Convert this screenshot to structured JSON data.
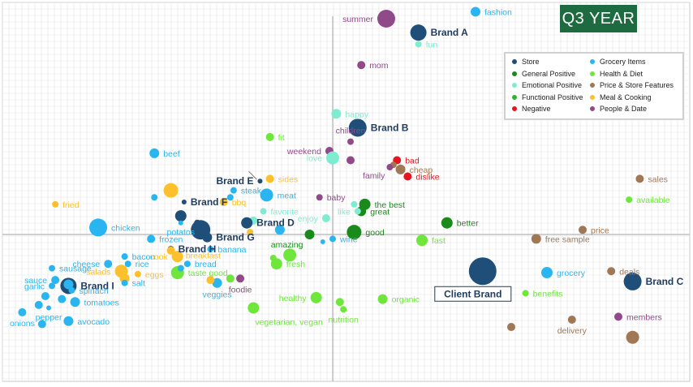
{
  "title": "Q3 YEAR",
  "colors": {
    "Store": "#1f4e79",
    "General Positive": "#1a8a1a",
    "Emotional Positive": "#7eecd0",
    "Functional Positive": "#2db52d",
    "Negative": "#e8141e",
    "Grocery Items": "#29b6f0",
    "Health & Diet": "#6fe63c",
    "Price & Store Features": "#a07856",
    "Meal & Cooking": "#fcc02c",
    "People & Date": "#904a8a",
    "Client Brand": "#1f4e79"
  },
  "legend": [
    {
      "label": "Store",
      "category": "Store"
    },
    {
      "label": "General Positive",
      "category": "General Positive"
    },
    {
      "label": "Emotional Positive",
      "category": "Emotional Positive"
    },
    {
      "label": "Functional Positive",
      "category": "Functional Positive"
    },
    {
      "label": "Negative",
      "category": "Negative"
    },
    {
      "label": "Grocery Items",
      "category": "Grocery Items"
    },
    {
      "label": "Health & Diet",
      "category": "Health & Diet"
    },
    {
      "label": "Price & Store Features",
      "category": "Price & Store Features"
    },
    {
      "label": "Meal & Cooking",
      "category": "Meal & Cooking"
    },
    {
      "label": "People & Date",
      "category": "People & Date"
    }
  ],
  "chart_data": {
    "type": "scatter",
    "subtype": "bubble-perceptual-map",
    "title": "Q3 YEAR",
    "xlabel": "",
    "ylabel": "",
    "xlim": [
      -1,
      1
    ],
    "ylim": [
      -1,
      1
    ],
    "grid": true,
    "legend_position": "top-right",
    "points": [
      {
        "label": "summer",
        "category": "People & Date",
        "x": 0.15,
        "y": 0.93,
        "size": 11,
        "label_pos": "left"
      },
      {
        "label": "fashion",
        "category": "Grocery Items",
        "x": 0.4,
        "y": 0.96,
        "size": 6,
        "label_pos": "right"
      },
      {
        "label": "Brand A",
        "category": "Store",
        "x": 0.24,
        "y": 0.87,
        "size": 10,
        "label_pos": "right",
        "bold": true
      },
      {
        "label": "fun",
        "category": "Emotional Positive",
        "x": 0.24,
        "y": 0.82,
        "size": 4,
        "label_pos": "right"
      },
      {
        "label": "mom",
        "category": "People & Date",
        "x": 0.08,
        "y": 0.73,
        "size": 5,
        "label_pos": "right"
      },
      {
        "label": "happy",
        "category": "Emotional Positive",
        "x": 0.01,
        "y": 0.52,
        "size": 6,
        "label_pos": "right"
      },
      {
        "label": "Brand B",
        "category": "Store",
        "x": 0.07,
        "y": 0.46,
        "size": 11,
        "label_pos": "right",
        "bold": true
      },
      {
        "label": "children",
        "category": "People & Date",
        "x": 0.05,
        "y": 0.4,
        "size": 4,
        "label_pos": "above"
      },
      {
        "label": "fit",
        "category": "Health & Diet",
        "x": -0.19,
        "y": 0.42,
        "size": 5,
        "label_pos": "right"
      },
      {
        "label": "weekend",
        "category": "People & Date",
        "x": -0.01,
        "y": 0.36,
        "size": 5,
        "label_pos": "left"
      },
      {
        "label": "love",
        "category": "Emotional Positive",
        "x": 0.0,
        "y": 0.33,
        "size": 8,
        "label_pos": "left"
      },
      {
        "label": "",
        "category": "People & Date",
        "x": 0.05,
        "y": 0.32,
        "size": 5
      },
      {
        "label": "bad",
        "category": "Negative",
        "x": 0.18,
        "y": 0.32,
        "size": 5,
        "label_pos": "right"
      },
      {
        "label": "",
        "category": "Price & Store Features",
        "x": 0.17,
        "y": 0.3,
        "size": 4
      },
      {
        "label": "cheap",
        "category": "Price & Store Features",
        "x": 0.19,
        "y": 0.28,
        "size": 6,
        "label_pos": "right"
      },
      {
        "label": "family",
        "category": "People & Date",
        "x": 0.16,
        "y": 0.29,
        "size": 4,
        "label_pos": "below-left"
      },
      {
        "label": "dislike",
        "category": "Negative",
        "x": 0.21,
        "y": 0.25,
        "size": 5,
        "label_pos": "right"
      },
      {
        "label": "beef",
        "category": "Grocery Items",
        "x": -0.54,
        "y": 0.35,
        "size": 6,
        "label_pos": "right"
      },
      {
        "label": "Brand E",
        "category": "Store",
        "x": -0.22,
        "y": 0.23,
        "size": 3,
        "label_pos": "left",
        "bold": true
      },
      {
        "label": "sides",
        "category": "Meal & Cooking",
        "x": -0.19,
        "y": 0.24,
        "size": 5,
        "label_pos": "right"
      },
      {
        "label": "steak",
        "category": "Grocery Items",
        "x": -0.3,
        "y": 0.19,
        "size": 4,
        "label_pos": "right"
      },
      {
        "label": "",
        "category": "Meal & Cooking",
        "x": -0.49,
        "y": 0.19,
        "size": 9
      },
      {
        "label": "",
        "category": "Grocery Items",
        "x": -0.54,
        "y": 0.16,
        "size": 4
      },
      {
        "label": "meat",
        "category": "Grocery Items",
        "x": -0.2,
        "y": 0.17,
        "size": 8,
        "label_pos": "right"
      },
      {
        "label": "Brand F",
        "category": "Store",
        "x": -0.45,
        "y": 0.14,
        "size": 3,
        "label_pos": "right",
        "bold": true
      },
      {
        "label": "",
        "category": "Grocery Items",
        "x": -0.31,
        "y": 0.16,
        "size": 4
      },
      {
        "label": "bbq",
        "category": "Meal & Cooking",
        "x": -0.33,
        "y": 0.14,
        "size": 5,
        "label_pos": "right"
      },
      {
        "label": "baby",
        "category": "People & Date",
        "x": -0.04,
        "y": 0.16,
        "size": 4,
        "label_pos": "right"
      },
      {
        "label": "fried",
        "category": "Meal & Cooking",
        "x": -0.84,
        "y": 0.13,
        "size": 4,
        "label_pos": "right"
      },
      {
        "label": "",
        "category": "Emotional Positive",
        "x": 0.06,
        "y": 0.13,
        "size": 4
      },
      {
        "label": "the best",
        "category": "General Positive",
        "x": 0.09,
        "y": 0.13,
        "size": 7,
        "label_pos": "right"
      },
      {
        "label": "great",
        "category": "General Positive",
        "x": 0.08,
        "y": 0.1,
        "size": 6,
        "label_pos": "right"
      },
      {
        "label": "like",
        "category": "Emotional Positive",
        "x": 0.07,
        "y": 0.1,
        "size": 4,
        "label_pos": "left"
      },
      {
        "label": "favorite",
        "category": "Emotional Positive",
        "x": -0.21,
        "y": 0.1,
        "size": 4,
        "label_pos": "right"
      },
      {
        "label": "enjoy",
        "category": "Emotional Positive",
        "x": -0.02,
        "y": 0.07,
        "size": 5,
        "label_pos": "left"
      },
      {
        "label": "",
        "category": "Store",
        "x": -0.46,
        "y": 0.08,
        "size": 7
      },
      {
        "label": "potatos",
        "category": "Grocery Items",
        "x": -0.46,
        "y": 0.05,
        "size": 3,
        "label_pos": "below"
      },
      {
        "label": "",
        "category": "Store",
        "x": -0.41,
        "y": 0.05,
        "size": 4
      },
      {
        "label": "",
        "category": "Emotional Positive",
        "x": -0.24,
        "y": 0.06,
        "size": 5
      },
      {
        "label": "Brand D",
        "category": "Store",
        "x": -0.26,
        "y": 0.05,
        "size": 7,
        "label_pos": "right",
        "bold": true
      },
      {
        "label": "better",
        "category": "General Positive",
        "x": 0.32,
        "y": 0.05,
        "size": 7,
        "label_pos": "right"
      },
      {
        "label": "chicken",
        "category": "Grocery Items",
        "x": -0.71,
        "y": 0.03,
        "size": 11,
        "label_pos": "right"
      },
      {
        "label": "",
        "category": "Store",
        "x": -0.4,
        "y": 0.02,
        "size": 12
      },
      {
        "label": "good",
        "category": "General Positive",
        "x": 0.06,
        "y": 0.01,
        "size": 9,
        "label_pos": "right"
      },
      {
        "label": "",
        "category": "Meal & Cooking",
        "x": -0.25,
        "y": 0.01,
        "size": 4
      },
      {
        "label": "amazing",
        "category": "General Positive",
        "x": -0.07,
        "y": -0.0,
        "size": 6,
        "label_pos": "below-left"
      },
      {
        "label": "",
        "category": "Grocery Items",
        "x": -0.16,
        "y": 0.02,
        "size": 6
      },
      {
        "label": "Brand G",
        "category": "Store",
        "x": -0.38,
        "y": -0.02,
        "size": 6,
        "label_pos": "right",
        "bold": true
      },
      {
        "label": "frozen",
        "category": "Grocery Items",
        "x": -0.55,
        "y": -0.03,
        "size": 5,
        "label_pos": "right"
      },
      {
        "label": "",
        "category": "Grocery Items",
        "x": -0.03,
        "y": -0.05,
        "size": 3
      },
      {
        "label": "wine",
        "category": "Grocery Items",
        "x": -0.0,
        "y": -0.03,
        "size": 4,
        "label_pos": "right"
      },
      {
        "label": "fast",
        "category": "Health & Diet",
        "x": 0.25,
        "y": -0.04,
        "size": 7,
        "label_pos": "right"
      },
      {
        "label": "free sample",
        "category": "Price & Store Features",
        "x": 0.57,
        "y": -0.03,
        "size": 6,
        "label_pos": "right"
      },
      {
        "label": "price",
        "category": "Price & Store Features",
        "x": 0.7,
        "y": 0.02,
        "size": 5,
        "label_pos": "right"
      },
      {
        "label": "sales",
        "category": "Price & Store Features",
        "x": 0.86,
        "y": 0.24,
        "size": 5,
        "label_pos": "right"
      },
      {
        "label": "available",
        "category": "Health & Diet",
        "x": 0.83,
        "y": 0.15,
        "size": 4,
        "label_pos": "right"
      },
      {
        "label": "Brand H",
        "category": "Store",
        "x": -0.49,
        "y": -0.1,
        "size": 4,
        "label_pos": "right",
        "bold": true
      },
      {
        "label": "",
        "category": "Meal & Cooking",
        "x": -0.49,
        "y": -0.11,
        "size": 5
      },
      {
        "label": "banana",
        "category": "Grocery Items",
        "x": -0.37,
        "y": -0.1,
        "size": 4,
        "label_pos": "right"
      },
      {
        "label": "breakfast",
        "category": "Meal & Cooking",
        "x": -0.47,
        "y": -0.14,
        "size": 5,
        "label_pos": "right"
      },
      {
        "label": "bacon",
        "category": "Grocery Items",
        "x": -0.63,
        "y": -0.15,
        "size": 4,
        "label_pos": "right"
      },
      {
        "label": "cook",
        "category": "Meal & Cooking",
        "x": -0.47,
        "y": -0.15,
        "size": 7,
        "label_pos": "left"
      },
      {
        "label": "",
        "category": "Health & Diet",
        "x": -0.18,
        "y": -0.16,
        "size": 4
      },
      {
        "label": "",
        "category": "Health & Diet",
        "x": -0.13,
        "y": -0.14,
        "size": 8
      },
      {
        "label": "rice",
        "category": "Grocery Items",
        "x": -0.62,
        "y": -0.2,
        "size": 4,
        "label_pos": "right"
      },
      {
        "label": "fresh",
        "category": "Health & Diet",
        "x": -0.17,
        "y": -0.2,
        "size": 7,
        "label_pos": "right"
      },
      {
        "label": "cheese",
        "category": "Grocery Items",
        "x": -0.68,
        "y": -0.2,
        "size": 5,
        "label_pos": "left"
      },
      {
        "label": "sausage",
        "category": "Grocery Items",
        "x": -0.85,
        "y": -0.23,
        "size": 4,
        "label_pos": "right"
      },
      {
        "label": "bread",
        "category": "Grocery Items",
        "x": -0.44,
        "y": -0.2,
        "size": 4,
        "label_pos": "right"
      },
      {
        "label": "Client Brand",
        "category": "Client Brand",
        "x": 0.42,
        "y": -0.25,
        "size": 17,
        "label_pos": "below-box",
        "bold": true
      },
      {
        "label": "salads",
        "category": "Meal & Cooking",
        "x": -0.64,
        "y": -0.25,
        "size": 8,
        "label_pos": "left"
      },
      {
        "label": "eggs",
        "category": "Meal & Cooking",
        "x": -0.59,
        "y": -0.27,
        "size": 4,
        "label_pos": "right"
      },
      {
        "label": "taste good",
        "category": "Health & Diet",
        "x": -0.47,
        "y": -0.26,
        "size": 8,
        "label_pos": "right"
      },
      {
        "label": "",
        "category": "Grocery Items",
        "x": -0.46,
        "y": -0.23,
        "size": 4
      },
      {
        "label": "deals",
        "category": "Price & Store Features",
        "x": 0.78,
        "y": -0.25,
        "size": 5,
        "label_pos": "right"
      },
      {
        "label": "grocery",
        "category": "Grocery Items",
        "x": 0.6,
        "y": -0.26,
        "size": 7,
        "label_pos": "right"
      },
      {
        "label": "",
        "category": "Meal & Cooking",
        "x": -0.63,
        "y": -0.3,
        "size": 6
      },
      {
        "label": "salt",
        "category": "Grocery Items",
        "x": -0.63,
        "y": -0.33,
        "size": 4,
        "label_pos": "right"
      },
      {
        "label": "sauce",
        "category": "Grocery Items",
        "x": -0.84,
        "y": -0.31,
        "size": 5,
        "label_pos": "left"
      },
      {
        "label": "Brand I",
        "category": "Store",
        "x": -0.8,
        "y": -0.35,
        "size": 10,
        "label_pos": "right",
        "bold": true
      },
      {
        "label": "",
        "category": "Grocery Items",
        "x": -0.8,
        "y": -0.34,
        "size": 6
      },
      {
        "label": "veggies",
        "category": "Grocery Items",
        "x": -0.35,
        "y": -0.33,
        "size": 6,
        "label_pos": "below"
      },
      {
        "label": "",
        "category": "Meal & Cooking",
        "x": -0.37,
        "y": -0.31,
        "size": 5
      },
      {
        "label": "",
        "category": "Health & Diet",
        "x": -0.31,
        "y": -0.3,
        "size": 5
      },
      {
        "label": "foodie",
        "category": "People & Date",
        "x": -0.28,
        "y": -0.3,
        "size": 5,
        "label_pos": "below"
      },
      {
        "label": "Brand C",
        "category": "Store",
        "x": 0.84,
        "y": -0.32,
        "size": 11,
        "label_pos": "right",
        "bold": true
      },
      {
        "label": "garlic",
        "category": "Grocery Items",
        "x": -0.85,
        "y": -0.35,
        "size": 4,
        "label_pos": "left"
      },
      {
        "label": "spinach",
        "category": "Grocery Items",
        "x": -0.79,
        "y": -0.38,
        "size": 4,
        "label_pos": "right"
      },
      {
        "label": "benefits",
        "category": "Health & Diet",
        "x": 0.54,
        "y": -0.4,
        "size": 4,
        "label_pos": "right"
      },
      {
        "label": "healthy",
        "category": "Health & Diet",
        "x": -0.05,
        "y": -0.43,
        "size": 7,
        "label_pos": "left"
      },
      {
        "label": "",
        "category": "Grocery Items",
        "x": -0.87,
        "y": -0.42,
        "size": 5
      },
      {
        "label": "",
        "category": "Grocery Items",
        "x": -0.82,
        "y": -0.44,
        "size": 5
      },
      {
        "label": "tomatoes",
        "category": "Grocery Items",
        "x": -0.78,
        "y": -0.46,
        "size": 6,
        "label_pos": "right"
      },
      {
        "label": "organic",
        "category": "Health & Diet",
        "x": 0.14,
        "y": -0.44,
        "size": 6,
        "label_pos": "right"
      },
      {
        "label": "",
        "category": "Health & Diet",
        "x": 0.02,
        "y": -0.46,
        "size": 5
      },
      {
        "label": "nutrition",
        "category": "Health & Diet",
        "x": 0.03,
        "y": -0.51,
        "size": 4,
        "label_pos": "below"
      },
      {
        "label": "",
        "category": "Grocery Items",
        "x": -0.89,
        "y": -0.48,
        "size": 5
      },
      {
        "label": "pepper",
        "category": "Grocery Items",
        "x": -0.86,
        "y": -0.5,
        "size": 3,
        "label_pos": "below"
      },
      {
        "label": "onions",
        "category": "Grocery Items",
        "x": -0.94,
        "y": -0.53,
        "size": 5,
        "label_pos": "below"
      },
      {
        "label": "vegetarian, vegan",
        "category": "Health & Diet",
        "x": -0.24,
        "y": -0.5,
        "size": 7,
        "label_pos": "below-right"
      },
      {
        "label": "avocado",
        "category": "Grocery Items",
        "x": -0.8,
        "y": -0.59,
        "size": 6,
        "label_pos": "right"
      },
      {
        "label": "",
        "category": "Grocery Items",
        "x": -0.88,
        "y": -0.61,
        "size": 5
      },
      {
        "label": "members",
        "category": "People & Date",
        "x": 0.8,
        "y": -0.56,
        "size": 5,
        "label_pos": "right"
      },
      {
        "label": "delivery",
        "category": "Price & Store Features",
        "x": 0.67,
        "y": -0.58,
        "size": 5,
        "label_pos": "below"
      },
      {
        "label": "",
        "category": "Price & Store Features",
        "x": 0.84,
        "y": -0.7,
        "size": 8
      },
      {
        "label": "",
        "category": "Price & Store Features",
        "x": 0.5,
        "y": -0.63,
        "size": 5
      }
    ]
  }
}
